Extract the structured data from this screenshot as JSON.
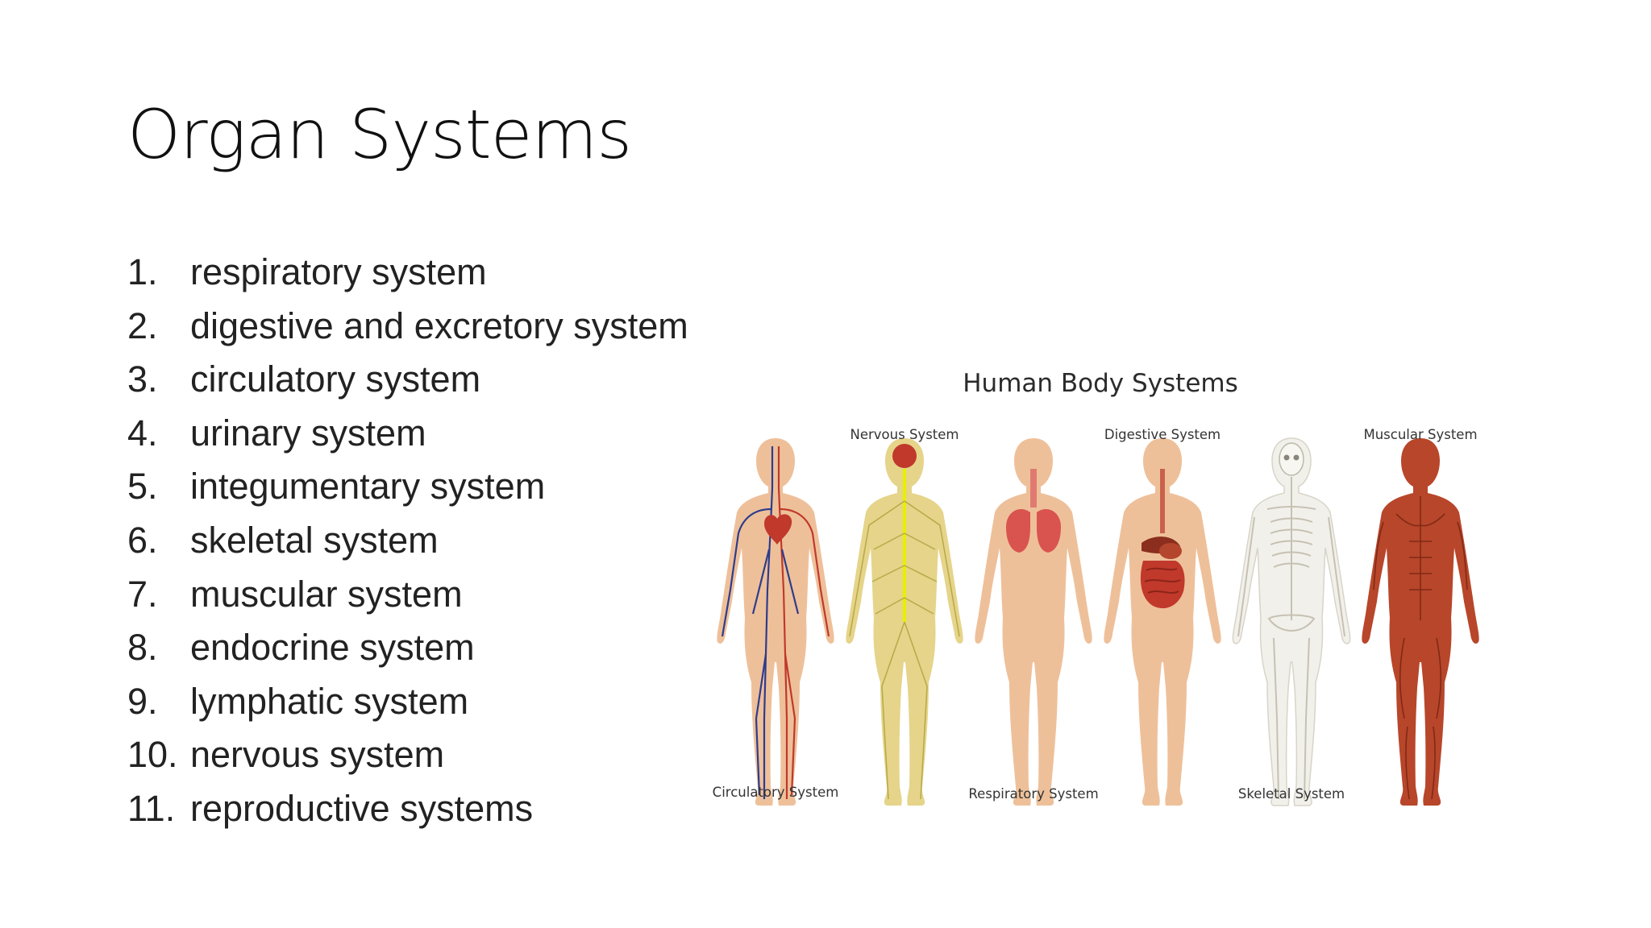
{
  "slide": {
    "title": "Organ Systems",
    "items": [
      {
        "num": "1.",
        "text": "respiratory system"
      },
      {
        "num": "2.",
        "text": "digestive and excretory system"
      },
      {
        "num": "3.",
        "text": "circulatory system"
      },
      {
        "num": "4.",
        "text": "urinary system"
      },
      {
        "num": "5.",
        "text": "integumentary system"
      },
      {
        "num": "6.",
        "text": "skeletal system"
      },
      {
        "num": "7.",
        "text": "muscular system"
      },
      {
        "num": "8.",
        "text": "endocrine system"
      },
      {
        "num": "9.",
        "text": "lymphatic system"
      },
      {
        "num": "10.",
        "text": "nervous system"
      },
      {
        "num": "11.",
        "text": "reproductive systems"
      }
    ]
  },
  "figure": {
    "title": "Human Body Systems",
    "labels": {
      "circulatory": "Circulatory System",
      "nervous": "Nervous System",
      "respiratory": "Respiratory System",
      "digestive": "Digestive System",
      "skeletal": "Skeletal System",
      "muscular": "Muscular System"
    }
  },
  "colors": {
    "skin": "#eec09a",
    "vein": "#2e3c8c",
    "artery": "#c0392b",
    "nerve": "#c9c25a",
    "bone": "#f2f0ea",
    "muscle": "#b8462a"
  }
}
